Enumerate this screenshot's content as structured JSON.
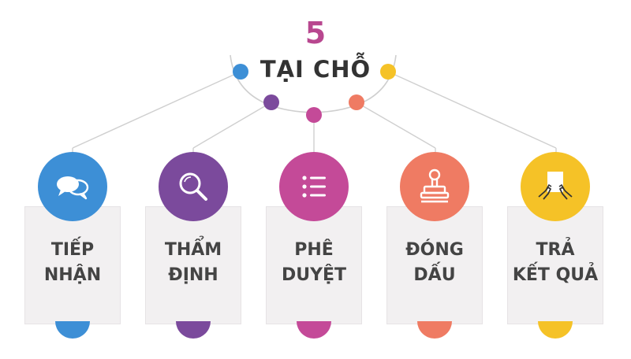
{
  "title": {
    "number": "5",
    "text": "TẠI CHỖ"
  },
  "steps": [
    {
      "line1": "TIẾP",
      "line2": "NHẬN",
      "color": "#3d8fd6",
      "icon": "speech-bubbles-icon"
    },
    {
      "line1": "THẨM",
      "line2": "ĐỊNH",
      "color": "#7b4a9c",
      "icon": "magnifier-icon"
    },
    {
      "line1": "PHÊ",
      "line2": "DUYỆT",
      "color": "#c44a98",
      "icon": "list-icon"
    },
    {
      "line1": "ĐÓNG",
      "line2": "DẤU",
      "color": "#ef7b63",
      "icon": "stamp-icon"
    },
    {
      "line1": "TRẢ",
      "line2": "KẾT QUẢ",
      "color": "#f5c227",
      "icon": "hands-paper-icon"
    }
  ],
  "dot_colors": [
    "#3d8fd6",
    "#7b4a9c",
    "#c44a98",
    "#ef7b63",
    "#f5c227"
  ],
  "arc_color": "#c9c9c9",
  "card_color": "#f2f0f1"
}
